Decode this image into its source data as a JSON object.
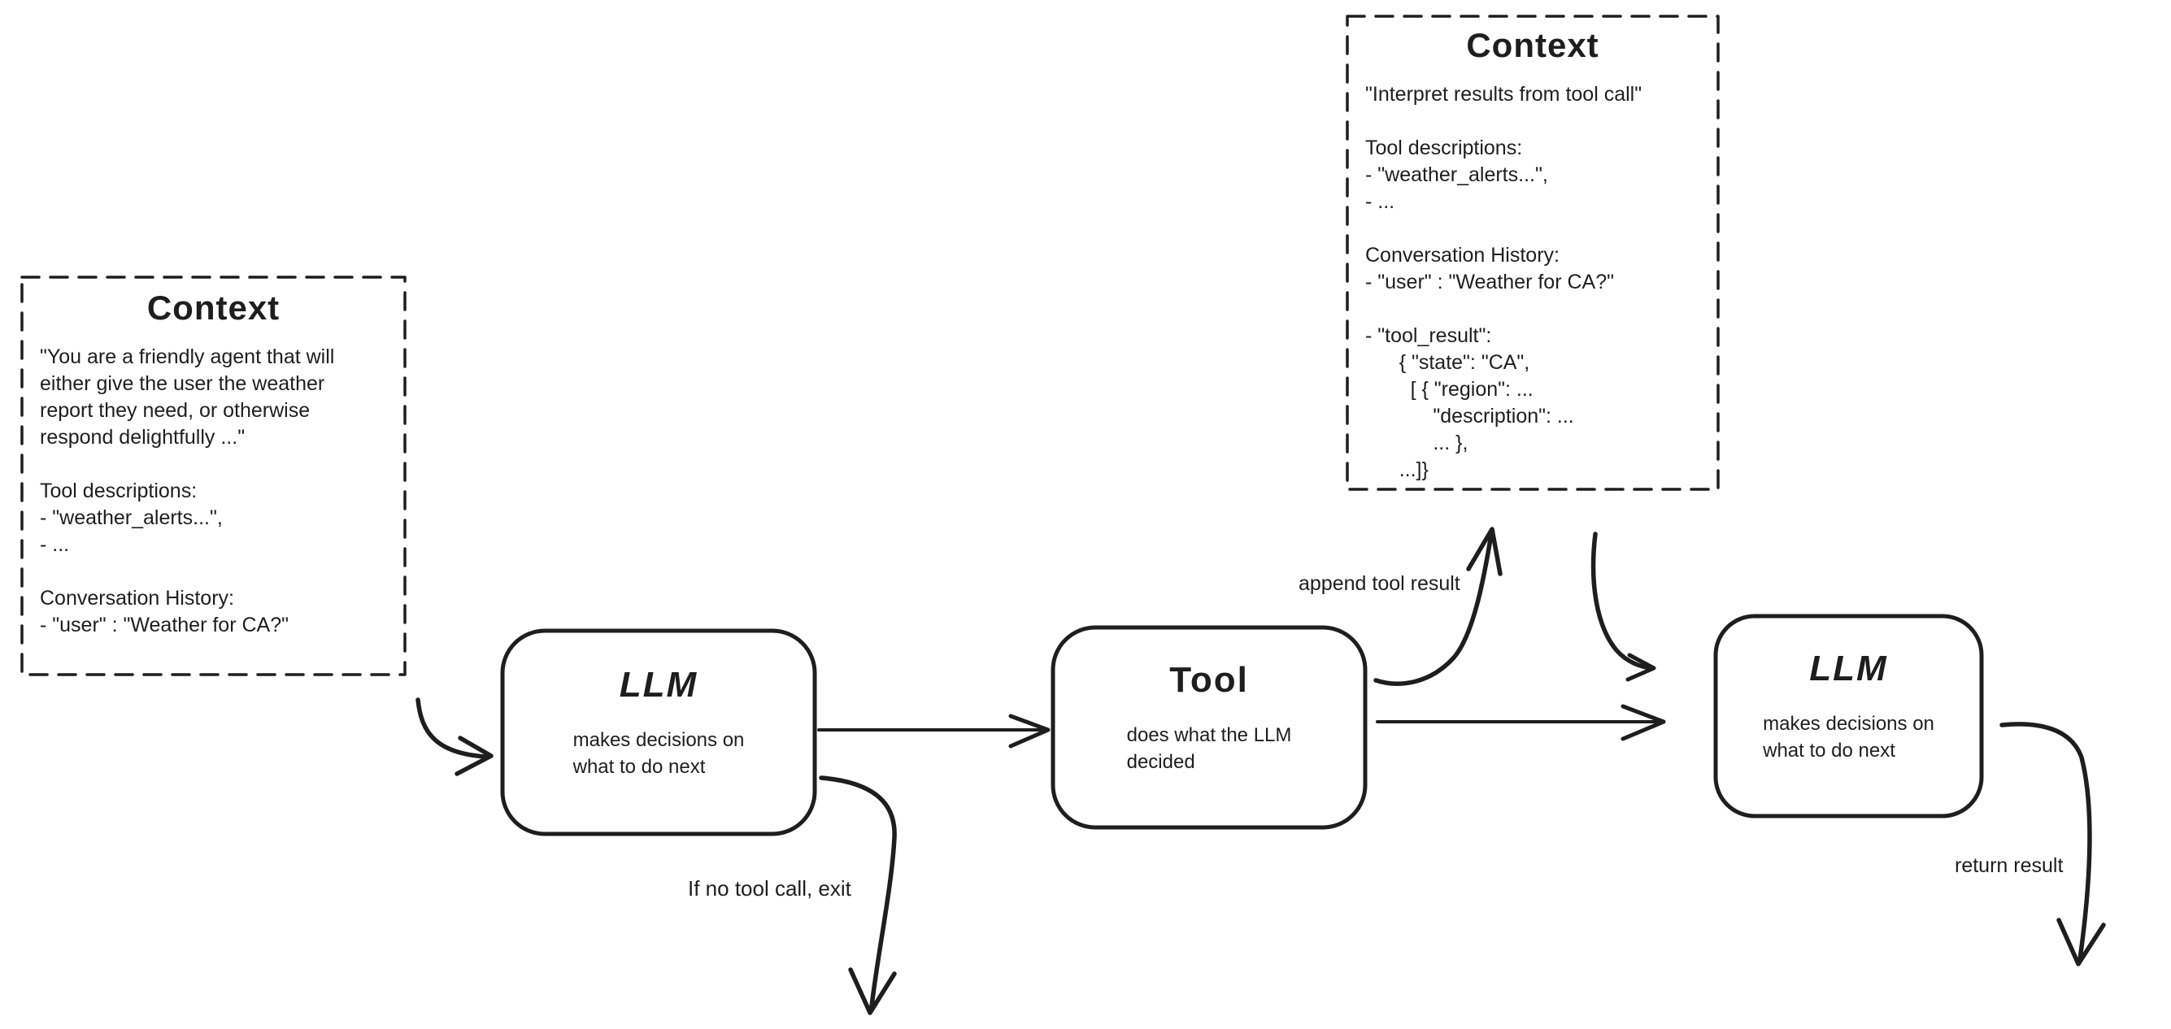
{
  "diagram": {
    "colors": {
      "stroke": "#1e1e1e",
      "background": "#ffffff"
    },
    "context_box_1": {
      "title": "Context",
      "body": "\"You are a friendly agent that will\neither give the user the weather\nreport they need, or otherwise\nrespond delightfully ...\"\n\nTool descriptions:\n- \"weather_alerts...\",\n- ...\n\nConversation History:\n- \"user\" : \"Weather for CA?\""
    },
    "llm_box_1": {
      "title": "LLM",
      "subtitle": "makes decisions on\nwhat to do next"
    },
    "tool_box": {
      "title": "Tool",
      "subtitle": "does what the LLM\ndecided"
    },
    "context_box_2": {
      "title": "Context",
      "body": "\"Interpret results from tool call\"\n\nTool descriptions:\n- \"weather_alerts...\",\n- ...\n\nConversation History:\n- \"user\" : \"Weather for CA?\"\n\n- \"tool_result\":\n      { \"state\": \"CA\",\n        [ { \"region\": ...\n            \"description\": ...\n            ... },\n      ...]}"
    },
    "llm_box_2": {
      "title": "LLM",
      "subtitle": "makes decisions on\nwhat to do next"
    },
    "labels": {
      "append_tool_result": "append tool result",
      "if_no_tool_call": "If no tool call, exit",
      "return_result": "return result"
    }
  }
}
